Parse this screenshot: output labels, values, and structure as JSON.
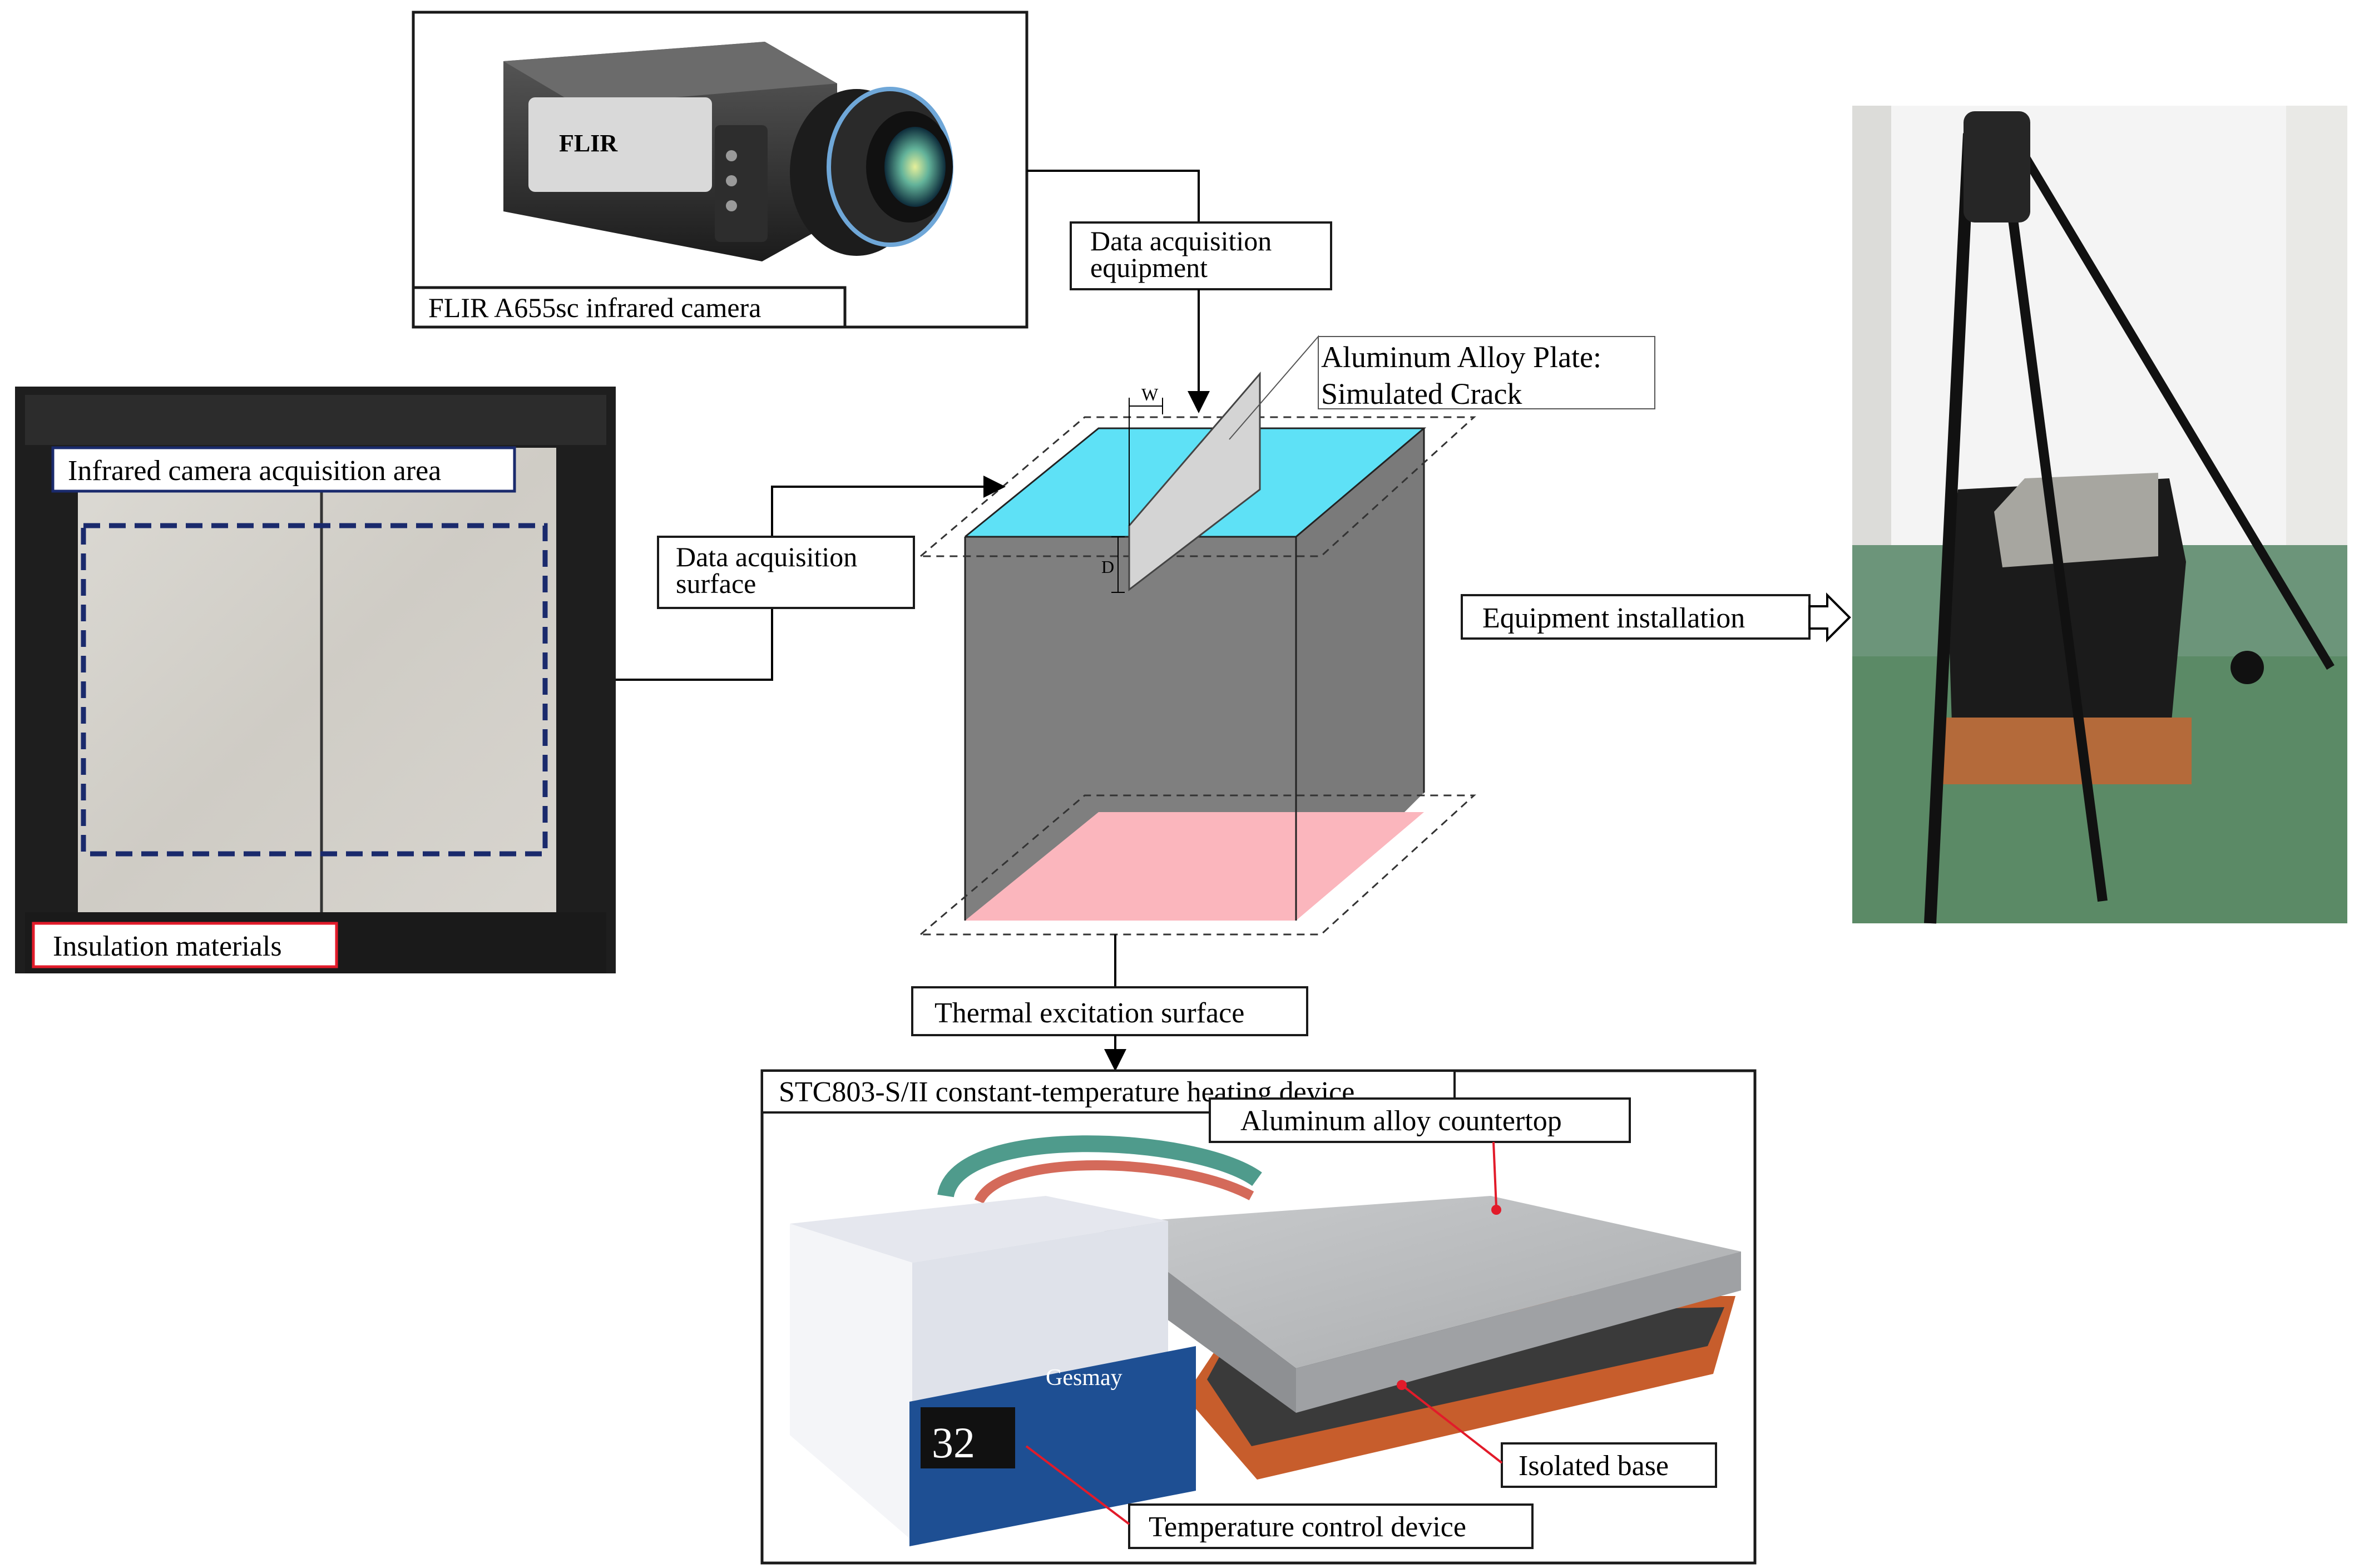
{
  "labels": {
    "camera": "FLIR A655sc infrared camera",
    "camera_brand": "FLIR",
    "data_acq_equipment_1": "Data acquisition",
    "data_acq_equipment_2": "equipment",
    "alu_plate_1": "Aluminum Alloy Plate:",
    "alu_plate_2": "Simulated Crack",
    "dim_w": "W",
    "dim_d": "D",
    "data_acq_surface_1": "Data acquisition",
    "data_acq_surface_2": "surface",
    "ir_area": "Infrared camera acquisition area",
    "insulation": "Insulation materials",
    "equip_install": "Equipment installation",
    "thermal_excitation": "Thermal excitation surface",
    "heating_device": "STC803-S/II constant-temperature heating device",
    "alu_countertop": "Aluminum alloy countertop",
    "isolated_base": "Isolated base",
    "temp_control": "Temperature control device",
    "display_value": "32",
    "controller_brand": "Gesmay"
  },
  "colors": {
    "top_face": "#5ee1f6",
    "bottom_face": "#fbb6bd",
    "box_body": "#808080",
    "plate": "#d4d4d4",
    "frame_blue": "#1a2a6c",
    "frame_red": "#e21b2a",
    "heater_base": "#c8562a"
  }
}
